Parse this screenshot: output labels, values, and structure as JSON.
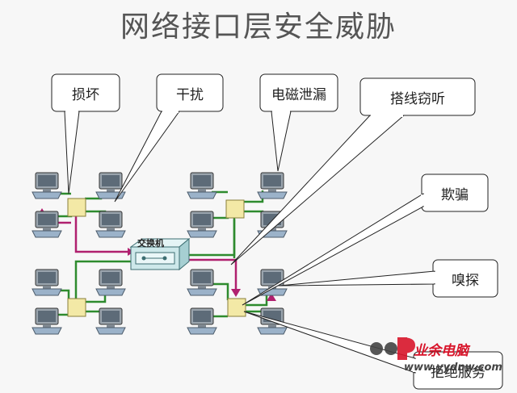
{
  "title": "网络接口层安全威胁",
  "switch_label": "交换机",
  "threats": [
    {
      "key": "damage",
      "label": "损坏"
    },
    {
      "key": "interference",
      "label": "干扰"
    },
    {
      "key": "emanation",
      "label": "电磁泄漏"
    },
    {
      "key": "wiretap",
      "label": "搭线窃听"
    },
    {
      "key": "spoofing",
      "label": "欺骗"
    },
    {
      "key": "sniffing",
      "label": "嗅探"
    },
    {
      "key": "dos",
      "label": "拒绝服务"
    }
  ],
  "watermark": {
    "brand": "业余电脑",
    "site": "www.yydnw.com"
  },
  "colors": {
    "attack_path": "#b0206f",
    "cable": "#2e8b2e",
    "hub": "#f3e9a6",
    "switch": "#cde8ea",
    "watermark_red": "#d8152b"
  }
}
